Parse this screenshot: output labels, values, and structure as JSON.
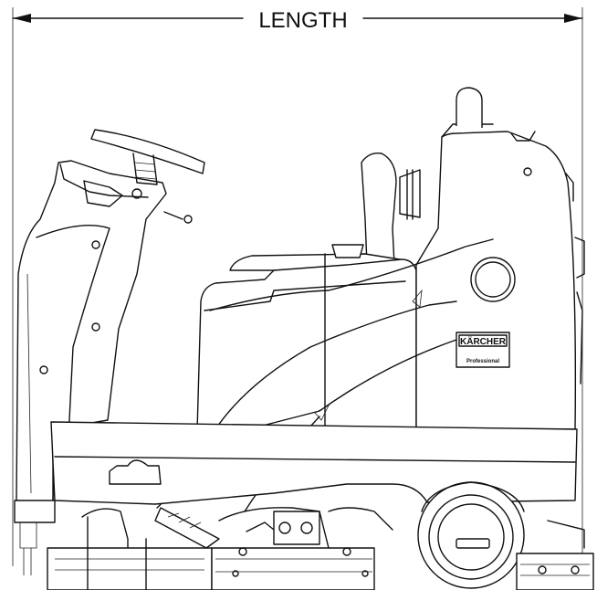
{
  "dimension": {
    "label": "LENGTH"
  },
  "brand": {
    "name": "KÄRCHER",
    "sub": "Professional"
  },
  "colors": {
    "line": "#111111",
    "background": "#ffffff"
  }
}
